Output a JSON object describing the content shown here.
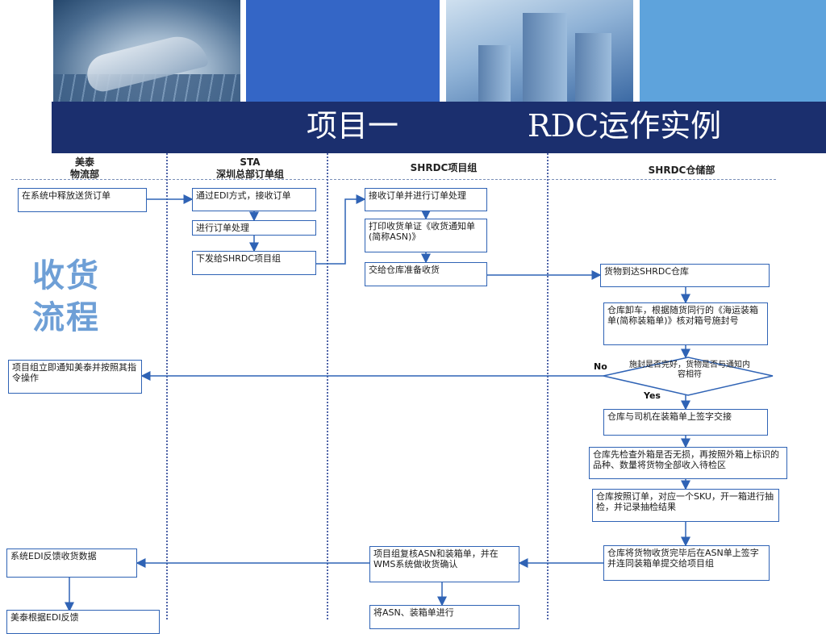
{
  "title": {
    "part1": "项目一",
    "part2": "RDC运作实例"
  },
  "side_label": {
    "line1": "收货",
    "line2": "流程"
  },
  "lanes": [
    {
      "line1": "美泰",
      "line2": "物流部"
    },
    {
      "line1": "STA",
      "line2": "深圳总部订单组"
    },
    {
      "line1": "SHRDC项目组",
      "line2": ""
    },
    {
      "line1": "SHRDC仓储部",
      "line2": ""
    }
  ],
  "steps": {
    "release_order": "在系统中释放送货订单",
    "receive_edi": "通过EDI方式，接收订单",
    "process_order": "进行订单处理",
    "issue_to_shrdc": "下发给SHRDC项目组",
    "receive_process": "接收订单并进行订单处理",
    "print_asn": "打印收货单证《收货通知单(简称ASN)》",
    "hand_to_warehouse": "交给仓库准备收货",
    "goods_arrive": "货物到达SHRDC仓库",
    "unload_check": "仓库卸车，根据随货同行的《海运装箱单(简称装箱单)》核对箱号施封号",
    "decision": "施封是否完好，货物是否与通知内容相符",
    "notify_mattel": "项目组立即通知美泰并按照其指令操作",
    "sign_with_driver": "仓库与司机在装箱单上签字交接",
    "inspect_carton": "仓库先检查外箱是否无损，再按照外箱上标识的品种、数量将货物全部收入待检区",
    "sample_check": "仓库按照订单，对应一个SKU，开一箱进行抽检，并记录抽检结果",
    "receive_complete": "仓库将货物收货完毕后在ASN单上签字并连同装箱单提交给项目组",
    "review_asn": "项目组复核ASN和装箱单，并在WMS系统做收货确认",
    "edi_feedback": "系统EDI反馈收货数据",
    "mattel_edi": "美泰根据EDI反馈",
    "file_asn": "将ASN、装箱单进行"
  },
  "decision_labels": {
    "no": "No",
    "yes": "Yes"
  },
  "colors": {
    "title_band": "#1b2f6e",
    "box_border": "#2f63b5",
    "side_text": "#6e9fd6",
    "arrow": "#2f63b5"
  }
}
